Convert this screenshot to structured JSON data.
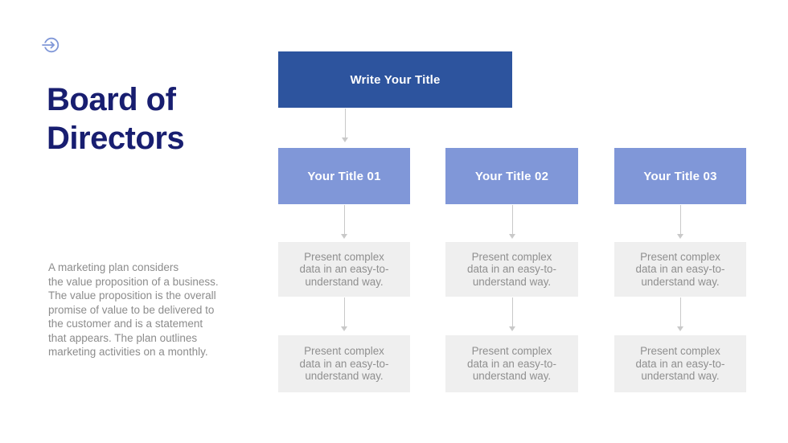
{
  "slide": {
    "title": "Board of\nDirectors",
    "description": "A marketing plan considers\nthe value proposition of a business.\nThe value proposition is the overall\npromise of value to be delivered to\nthe customer and is a statement\nthat appears. The plan outlines\nmarketing activities on a monthly."
  },
  "org_chart": {
    "root_label": "Write Your Title",
    "columns": [
      {
        "title": "Your Title 01",
        "cards": [
          "Present complex\ndata in an easy-to-\nunderstand way.",
          "Present complex\ndata in an easy-to-\nunderstand way."
        ]
      },
      {
        "title": "Your Title 02",
        "cards": [
          "Present complex\ndata in an easy-to-\nunderstand way.",
          "Present complex\ndata in an easy-to-\nunderstand way."
        ]
      },
      {
        "title": "Your Title 03",
        "cards": [
          "Present complex\ndata in an easy-to-\nunderstand way.",
          "Present complex\ndata in an easy-to-\nunderstand way."
        ]
      }
    ]
  },
  "icons": {
    "header_icon": "enter-arrow-circle-icon"
  },
  "colors": {
    "root_box": "#2d549e",
    "column_box": "#8097d8",
    "card_bg": "#efefef",
    "card_text": "#8f8f8f",
    "title_text": "#181e70",
    "body_text": "#8c8c8c",
    "accent_icon": "#8097d8",
    "arrow": "#c9c9c9"
  }
}
